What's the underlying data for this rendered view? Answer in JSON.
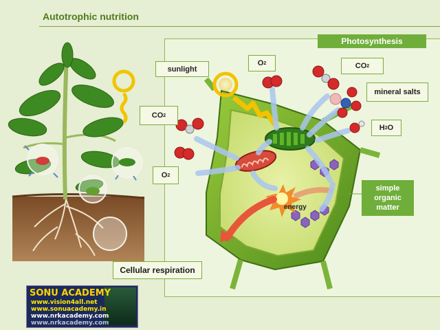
{
  "slide": {
    "title": "Autotrophic nutrition"
  },
  "labels": {
    "photosynthesis": "Photosynthesis",
    "sunlight": "sunlight",
    "o2_top": "O",
    "o2_top_sub": "2",
    "co2_top": "CO",
    "co2_top_sub": "2",
    "mineral_salts": "mineral salts",
    "h2o": "H",
    "h2o_sub": "2",
    "h2o_end": "O",
    "co2_left": "CO",
    "co2_left_sub": "2",
    "o2_left": "O",
    "o2_left_sub": "2",
    "simple_organic_matter": "simple organic matter",
    "energy": "energy",
    "cellular_respiration": "Cellular respiration"
  },
  "banner": {
    "title": "SONU ACADEMY",
    "url1": "www.vision4all.net",
    "url2": "www.sonuacademy.in",
    "url3": "www.nrkacademy.com",
    "url4": "www.nrkacademy.com"
  },
  "colors": {
    "accent_green": "#6fae3a",
    "title_green": "#4f7a1e",
    "panel_bg": "#eef5de"
  }
}
